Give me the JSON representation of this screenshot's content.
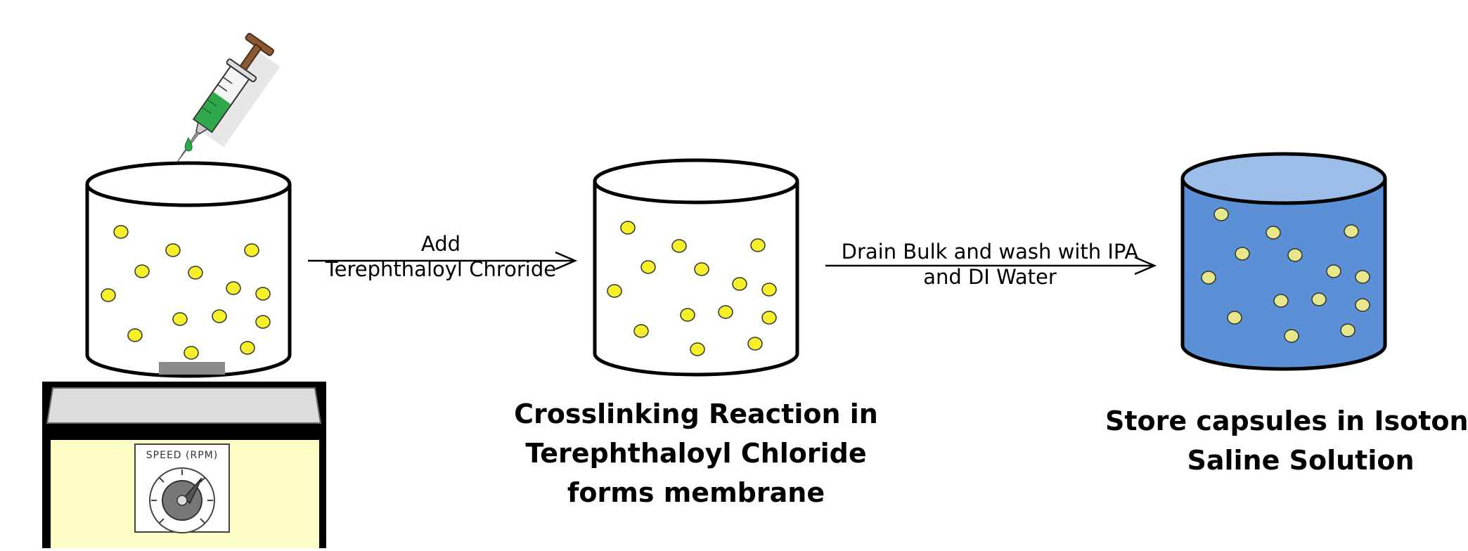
{
  "steps": [
    {
      "caption": [
        "",
        "",
        ""
      ]
    },
    {
      "caption": [
        "Crosslinking Reaction in",
        "Terephthaloyl Chloride",
        "forms membrane"
      ]
    },
    {
      "caption": [
        "Store capsules in Isotonic",
        "Saline Solution"
      ]
    }
  ],
  "arrows": [
    {
      "label": [
        "Add",
        "Terephthaloyl Chroride"
      ]
    },
    {
      "label": [
        "Drain Bulk and wash with IPA",
        "and DI Water"
      ]
    }
  ],
  "stirrer": {
    "dial_label": "SPEED (RPM)"
  },
  "colors": {
    "capsule": "#f5f02a",
    "capsule_saline": "#e6e68a",
    "saline": "#5b8fd6",
    "saline_top": "#9dbde9",
    "stirrer_body": "#fdfdc6",
    "syringe_liquid": "#2ea84a"
  },
  "icons": [
    "syringe-icon",
    "beaker-icon",
    "stir-bar-icon",
    "dial-icon"
  ]
}
